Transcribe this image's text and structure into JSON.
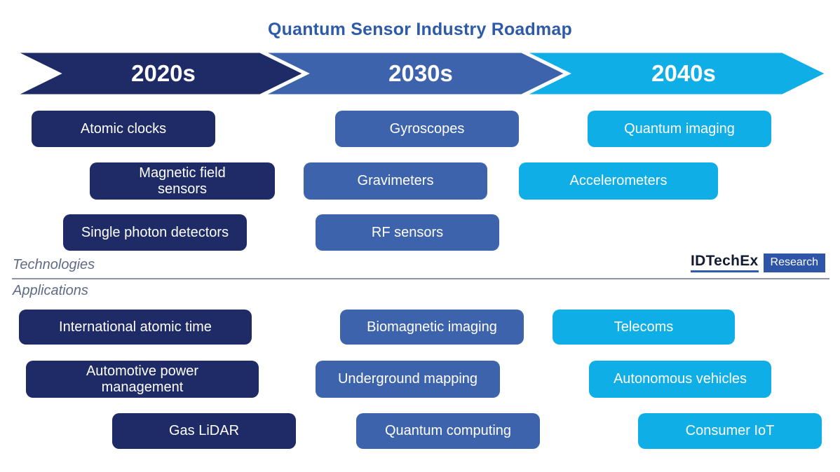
{
  "title": "Quantum Sensor Industry Roadmap",
  "colors": {
    "navy": "#1e2b66",
    "medium_blue": "#3d63ac",
    "light_blue": "#10aee6",
    "title_blue": "#2d5ba8",
    "section_label": "#5f6b85",
    "divider": "#8b93a7",
    "logo_underline": "#2d5cab",
    "logo_suffix_bg": "#2f55a8"
  },
  "timeline": {
    "decades": [
      {
        "label": "2020s",
        "color": "#1e2b66"
      },
      {
        "label": "2030s",
        "color": "#3d63ac"
      },
      {
        "label": "2040s",
        "color": "#10aee6"
      }
    ]
  },
  "sections": {
    "technologies_label": "Technologies",
    "applications_label": "Applications"
  },
  "technologies": [
    {
      "label": "Atomic clocks",
      "decade": "2020s"
    },
    {
      "label": "Magnetic field sensors",
      "decade": "2020s"
    },
    {
      "label": "Single photon detectors",
      "decade": "2020s"
    },
    {
      "label": "Gyroscopes",
      "decade": "2030s"
    },
    {
      "label": "Gravimeters",
      "decade": "2030s"
    },
    {
      "label": "RF sensors",
      "decade": "2030s"
    },
    {
      "label": "Quantum imaging",
      "decade": "2040s"
    },
    {
      "label": "Accelerometers",
      "decade": "2040s"
    }
  ],
  "applications": [
    {
      "label": "International atomic time",
      "decade": "2020s"
    },
    {
      "label": "Automotive power management",
      "decade": "2020s"
    },
    {
      "label": "Gas LiDAR",
      "decade": "2020s"
    },
    {
      "label": "Biomagnetic imaging",
      "decade": "2030s"
    },
    {
      "label": "Underground mapping",
      "decade": "2030s"
    },
    {
      "label": "Quantum computing",
      "decade": "2030s"
    },
    {
      "label": "Telecoms",
      "decade": "2040s"
    },
    {
      "label": "Autonomous vehicles",
      "decade": "2040s"
    },
    {
      "label": "Consumer IoT",
      "decade": "2040s"
    }
  ],
  "logo": {
    "brand": "IDTechEx",
    "suffix": "Research"
  }
}
